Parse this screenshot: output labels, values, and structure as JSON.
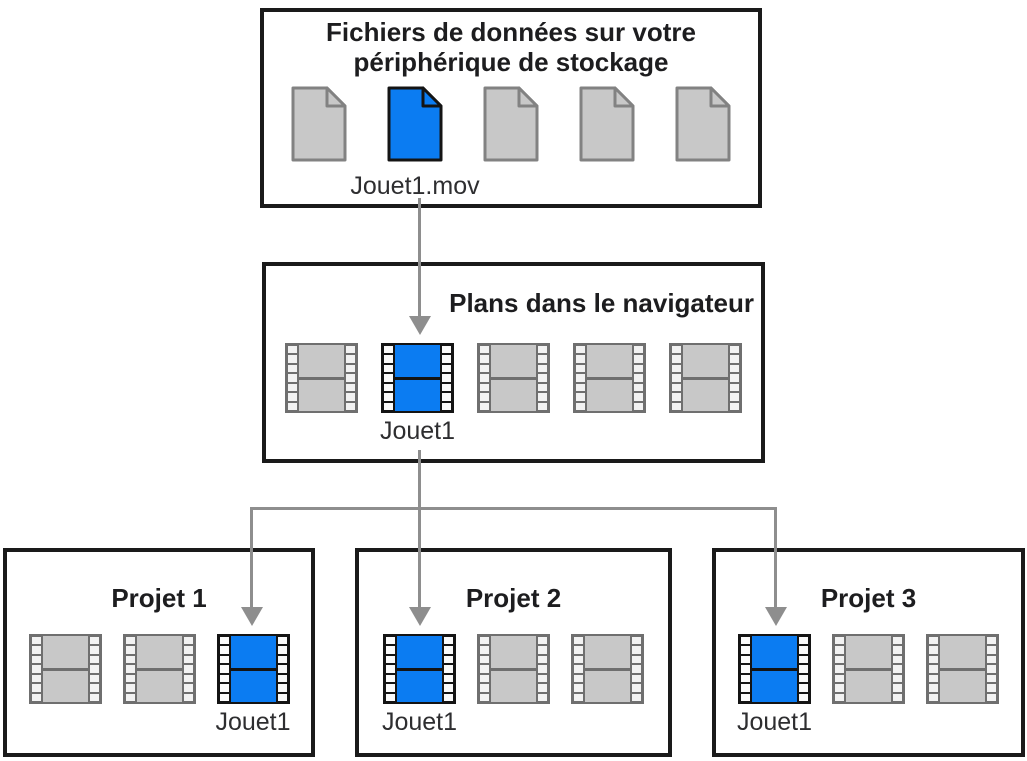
{
  "colors": {
    "highlight_blue": "#0b7cf2",
    "arrow_gray": "#8e8e8e",
    "box_border": "#1a1a1a",
    "title_text": "#1d1d1f",
    "label_text": "#2e2e30",
    "doc_fill": "#c8c8c8",
    "doc_stroke": "#828282",
    "strip_stroke": "#6f6f6f",
    "strip_fill": "#c8c8c8",
    "hole_fill": "#f2f2f2",
    "highlight_stroke": "#141414"
  },
  "storage_box": {
    "title": "Fichiers de données sur votre périphérique de stockage",
    "files": [
      {
        "icon": "document-icon",
        "state": "normal"
      },
      {
        "icon": "document-icon",
        "state": "highlighted",
        "label": "Jouet1.mov"
      },
      {
        "icon": "document-icon",
        "state": "normal"
      },
      {
        "icon": "document-icon",
        "state": "normal"
      },
      {
        "icon": "document-icon",
        "state": "normal"
      }
    ]
  },
  "browser_box": {
    "title": "Plans dans le navigateur",
    "clips": [
      {
        "icon": "filmstrip-icon",
        "state": "normal"
      },
      {
        "icon": "filmstrip-icon",
        "state": "highlighted",
        "label": "Jouet1"
      },
      {
        "icon": "filmstrip-icon",
        "state": "normal"
      },
      {
        "icon": "filmstrip-icon",
        "state": "normal"
      },
      {
        "icon": "filmstrip-icon",
        "state": "normal"
      }
    ]
  },
  "projects": [
    {
      "title": "Projet 1",
      "clips": [
        {
          "icon": "filmstrip-icon",
          "state": "normal"
        },
        {
          "icon": "filmstrip-icon",
          "state": "normal"
        },
        {
          "icon": "filmstrip-icon",
          "state": "highlighted",
          "label": "Jouet1"
        }
      ]
    },
    {
      "title": "Projet 2",
      "clips": [
        {
          "icon": "filmstrip-icon",
          "state": "highlighted",
          "label": "Jouet1"
        },
        {
          "icon": "filmstrip-icon",
          "state": "normal"
        },
        {
          "icon": "filmstrip-icon",
          "state": "normal"
        }
      ]
    },
    {
      "title": "Projet 3",
      "clips": [
        {
          "icon": "filmstrip-icon",
          "state": "highlighted",
          "label": "Jouet1"
        },
        {
          "icon": "filmstrip-icon",
          "state": "normal"
        },
        {
          "icon": "filmstrip-icon",
          "state": "normal"
        }
      ]
    }
  ]
}
